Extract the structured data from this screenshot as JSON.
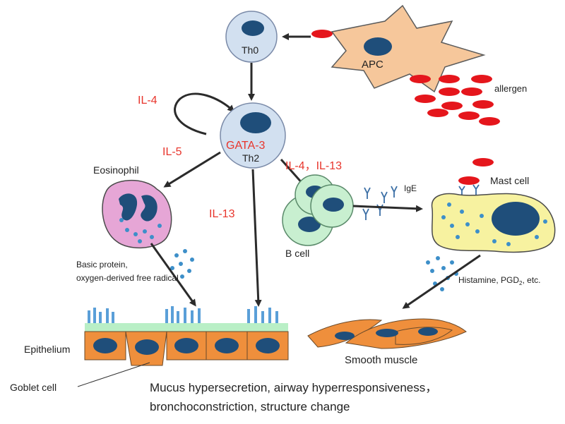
{
  "cells": {
    "th0": "Th0",
    "apc": "APC",
    "allergen": "allergen",
    "gata3": "GATA-3",
    "th2": "Th2",
    "eosinophil": "Eosinophil",
    "b_cell": "B cell",
    "mast_cell": "Mast cell",
    "smooth_muscle": "Smooth muscle",
    "epithelium": "Epithelium",
    "goblet_cell": "Goblet cell"
  },
  "cytokines": {
    "il4": "IL-4",
    "il5": "IL-5",
    "il13": "IL-13",
    "il4_il13": "IL-4，IL-13"
  },
  "labels": {
    "ige": "IgE",
    "basic_protein_1": "Basic protein,",
    "basic_protein_2": "oxygen-derived free radical",
    "histamine": "Histamine, PGD",
    "histamine_sub": "2",
    "histamine_end": ", etc."
  },
  "outcome": {
    "line1": "Mucus hypersecretion, airway hyperresponsiveness，",
    "line2": "bronchoconstriction, structure change"
  },
  "colors": {
    "red_text": "#e8352c",
    "nucleus": "#1f4e7a",
    "lymph": "#d2e0f0",
    "apc": "#f6c79b",
    "eos": "#e6a6d6",
    "bcell": "#c8efd0",
    "mast": "#f7f2a0",
    "epi": "#ef8f3c",
    "cilia_base": "#b9efc6"
  }
}
